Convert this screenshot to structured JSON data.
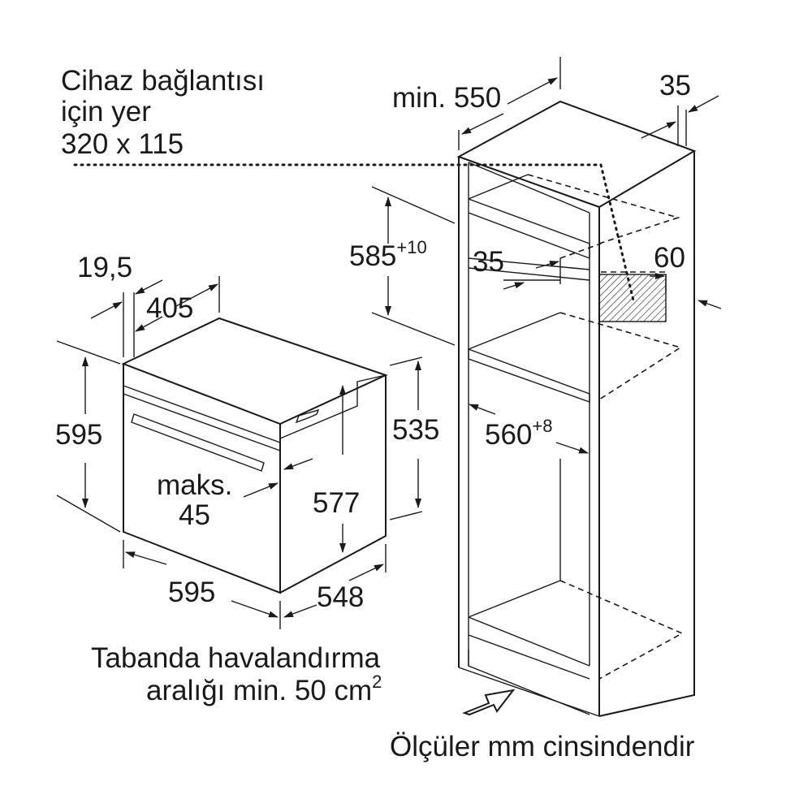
{
  "labels": {
    "connection_line1": "Cihaz bağlantısı",
    "connection_line2": "için yer",
    "connection_size": "320 x 115",
    "min_550": "min. 550",
    "top_35": "35",
    "height_585": "585",
    "height_585_tol": "+10",
    "inner_35": "35",
    "inner_60": "60",
    "oven_19_5": "19,5",
    "oven_405": "405",
    "oven_595_height": "595",
    "oven_535": "535",
    "width_560": "560",
    "width_560_tol": "+8",
    "maks": "maks.",
    "maks_45": "45",
    "oven_577": "577",
    "oven_595_width": "595",
    "oven_548": "548",
    "vent_line1": "Tabanda havalandırma",
    "vent_line2": "aralığı min. 50 cm",
    "vent_sup": "2",
    "units_note": "Ölçüler mm cinsindendir"
  }
}
